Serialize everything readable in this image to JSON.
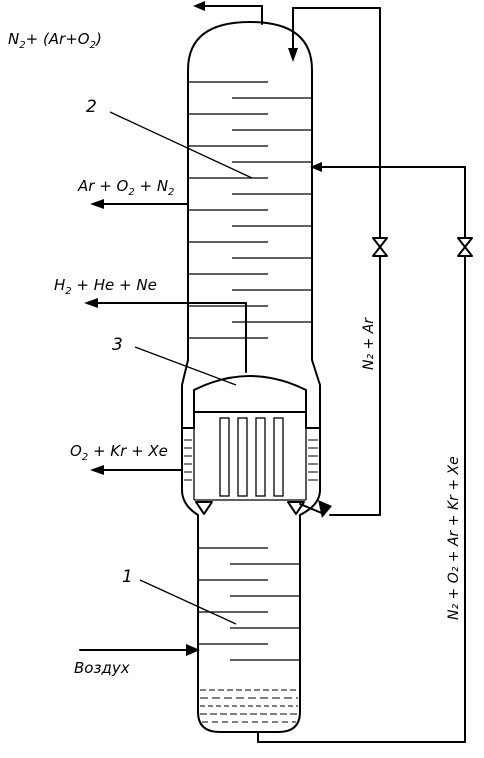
{
  "labels": {
    "top_outlet": "N",
    "top_outlet_sub": "2",
    "top_outlet_rest": "+ (Ar+O",
    "top_outlet_sub2": "2",
    "top_outlet_end": ")",
    "ar_o2_n2_a": "Ar + O",
    "ar_o2_n2_sub1": "2",
    "ar_o2_n2_b": " + N",
    "ar_o2_n2_sub2": "2",
    "h2_he_ne_a": "H",
    "h2_he_ne_sub": "2",
    "h2_he_ne_b": " + He + Ne",
    "o2_kr_xe_a": "O",
    "o2_kr_xe_sub": "2",
    "o2_kr_xe_b": " + Kr + Xe",
    "air_inlet": "Воздух",
    "stream_n2_ar": "N₂ + Ar",
    "stream_mix": "N₂ + O₂ + Ar + Kr + Xe"
  },
  "callouts": {
    "upper_column": "2",
    "condenser": "3",
    "lower_column": "1"
  }
}
